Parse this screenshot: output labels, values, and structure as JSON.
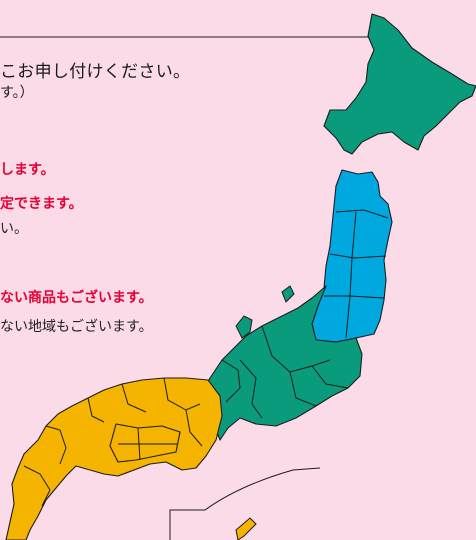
{
  "notice": {
    "line1": "こお申し付けください。",
    "line2": "す。）"
  },
  "notes": [
    {
      "text": "します。",
      "tone": "red"
    },
    {
      "text": "定できます。",
      "tone": "red"
    },
    {
      "text": "い。",
      "tone": "dark"
    },
    {
      "text": "ない商品もございます。",
      "tone": "red"
    },
    {
      "text": "ない地域もございます。",
      "tone": "dark"
    }
  ],
  "regions": [
    {
      "name": "Hokkaido",
      "color": "#0a9a7c"
    },
    {
      "name": "Tohoku",
      "color": "#00a8e0"
    },
    {
      "name": "Kanto-Chubu",
      "color": "#0a9a7c"
    },
    {
      "name": "West Japan",
      "color": "#f5b400"
    }
  ],
  "colors": {
    "background": "#fbdbe8",
    "border": "#1c1c1c",
    "text_red": "#e60033",
    "text_dark": "#1a1a1a"
  }
}
